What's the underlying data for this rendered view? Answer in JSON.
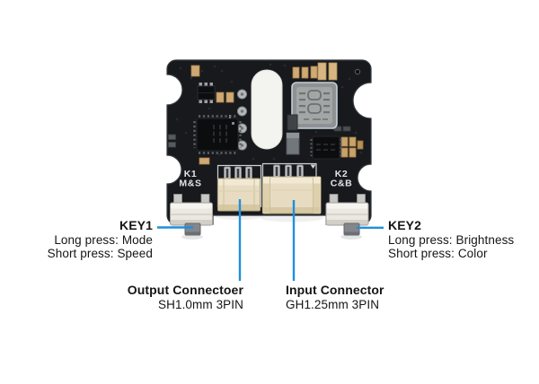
{
  "annotations": {
    "key1": {
      "title": "KEY1",
      "lines": [
        "Long press: Mode",
        "Short press: Speed"
      ]
    },
    "key2": {
      "title": "KEY2",
      "lines": [
        "Long press: Brightness",
        "Short press: Color"
      ]
    },
    "output_connector": {
      "title": "Output Connectoer",
      "lines": [
        "SH1.0mm 3PIN"
      ]
    },
    "input_connector": {
      "title": "Input Connector",
      "lines": [
        "GH1.25mm 3PIN"
      ]
    }
  },
  "board_silkscreen": {
    "k1": "K1",
    "k1_sub": "M&S",
    "k2": "K2",
    "k2_sub": "C&B"
  },
  "colors": {
    "callout_blue": "#1f8fdc",
    "board_black": "#17191c",
    "connector_beige": "#e7dcc2",
    "button_ivory": "#ebe8e2",
    "background": "#ffffff"
  }
}
